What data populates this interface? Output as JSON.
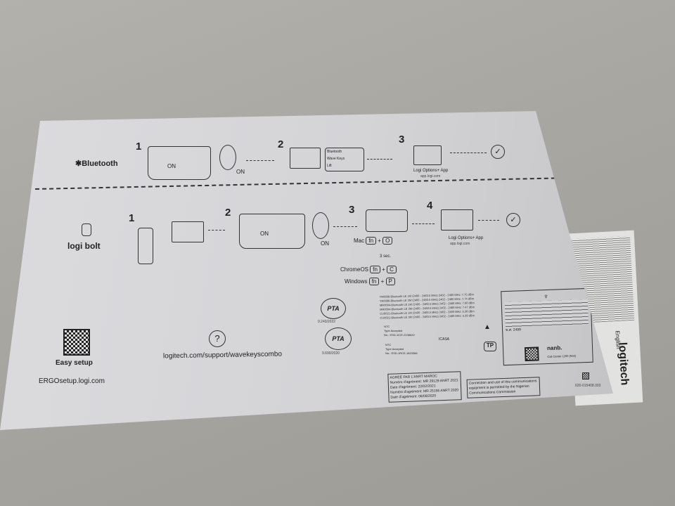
{
  "bluetooth_section": {
    "label": "Bluetooth",
    "steps": [
      "1",
      "2",
      "3"
    ],
    "on_labels": [
      "ON",
      "ON"
    ],
    "settings_items": [
      "Bluetooth",
      "Wave Keys",
      "Lift"
    ],
    "app_name": "Logi Options+ App",
    "app_url": "app.logi.com"
  },
  "bolt_section": {
    "label": "logi bolt",
    "steps": [
      "1",
      "2",
      "3",
      "4"
    ],
    "on_labels": [
      "ON",
      "ON"
    ],
    "app_name": "Logi Options+ App",
    "app_url": "app.logi.com",
    "shortcuts": {
      "mac": {
        "label": "Mac",
        "keys": [
          "fn",
          "O"
        ],
        "note": "3 sec."
      },
      "chromeos": {
        "label": "ChromeOS",
        "keys": [
          "fn",
          "C"
        ]
      },
      "windows": {
        "label": "Windows",
        "keys": [
          "fn",
          "P"
        ]
      },
      "plus": "+"
    }
  },
  "footer": {
    "easy_setup": "Easy setup",
    "setup_url": "ERGOsetup.logi.com",
    "help_icon": "?",
    "support_url": "logitech.com/support/wavekeyscombo"
  },
  "regulatory": {
    "pta": "PTA",
    "pta_numbers": [
      "9.243/2022",
      "9.690/2020"
    ],
    "rf_lines": [
      "YR0096-Bluetooth LE 1M (2400 - 2483.5 MHz) 2402 - 2480 MHz: 7.75 dBm",
      "YR0096-Bluetooth LE 2M (2400 - 2483.5 MHz) 2402 - 2480 MHz: 7.74 dBm",
      "MR0094-Bluetooth LE 1M (2400 - 2483.5 MHz) 2402 - 2480 MHz: 7.60 dBm",
      "MR0094-Bluetooth LE 2M (2400 - 2483.5 MHz) 2402 - 2480 MHz: 7.47 dBm",
      "CU0021-Bluetooth LE 1M (2400 - 2483.5 MHz) 2402 - 2480 MHz: 5.30 dBm",
      "CU0021-Bluetooth LE 2M (2400 - 2483.5 MHz) 2402 - 2480 MHz: 5.39 dBm"
    ],
    "ntc": [
      {
        "title": "NTC",
        "sub": "Type Accepted",
        "no": "No.: ESD-1ICE-2138642"
      },
      {
        "title": "NTC",
        "sub": "Type Accepted",
        "no": "No.: ESD-1RCE-1823366"
      }
    ],
    "icasa": "ICASA",
    "tp": "TP",
    "anrt": [
      "AGRÉÉ PAR L'ANRT MAROC",
      "Numéro d'agrément: MR 29129 ANRT 2021",
      "Date d'agrément: 22/02/2021",
      "Numéro d'agrément: MR 25156 ANRT 2020",
      "Date d'agrément: 06/08/2020"
    ],
    "nigeria": "Connection and use of this communications equipment is permitted by the Nigerian Communications Commission",
    "thai_year": "พ.ศ. 2499",
    "nbtc": "nanb.",
    "call_center": "Call Center 1200 (free)",
    "part_number": "620-015408.003"
  },
  "leaflet": {
    "brand": "logitech",
    "language": "English"
  }
}
